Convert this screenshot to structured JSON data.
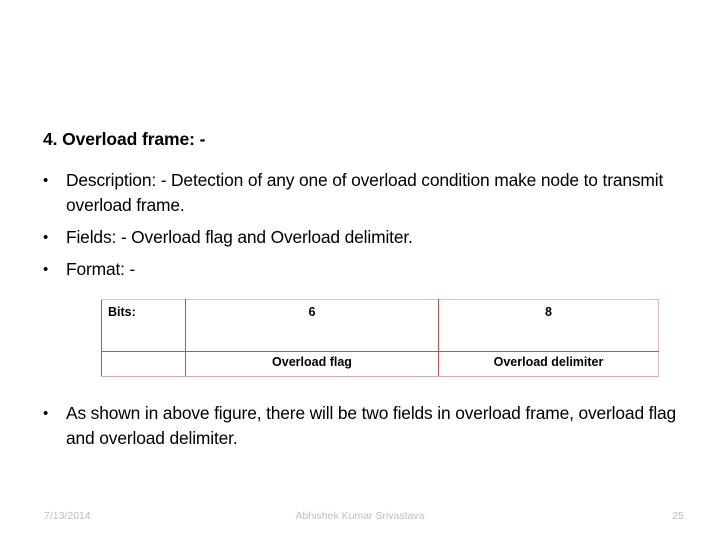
{
  "slide": {
    "heading": "4. Overload frame: -",
    "bullets": [
      "Description: - Detection of any one of overload condition make node to transmit overload frame.",
      "Fields: - Overload flag and Overload delimiter.",
      "Format: -"
    ],
    "closing_bullet": "As shown in above figure, there will be two fields in overload frame, overload flag and overload delimiter.",
    "table": {
      "border_color": "#cf4a48",
      "rows": [
        {
          "label": "Bits:",
          "flag": "6",
          "delimiter": "8"
        },
        {
          "label": "",
          "flag": "Overload flag",
          "delimiter": "Overload delimiter"
        }
      ]
    },
    "footer": {
      "date": "7/13/2014",
      "author": "Abhishek Kumar Srivastava",
      "page_number": "25"
    }
  }
}
